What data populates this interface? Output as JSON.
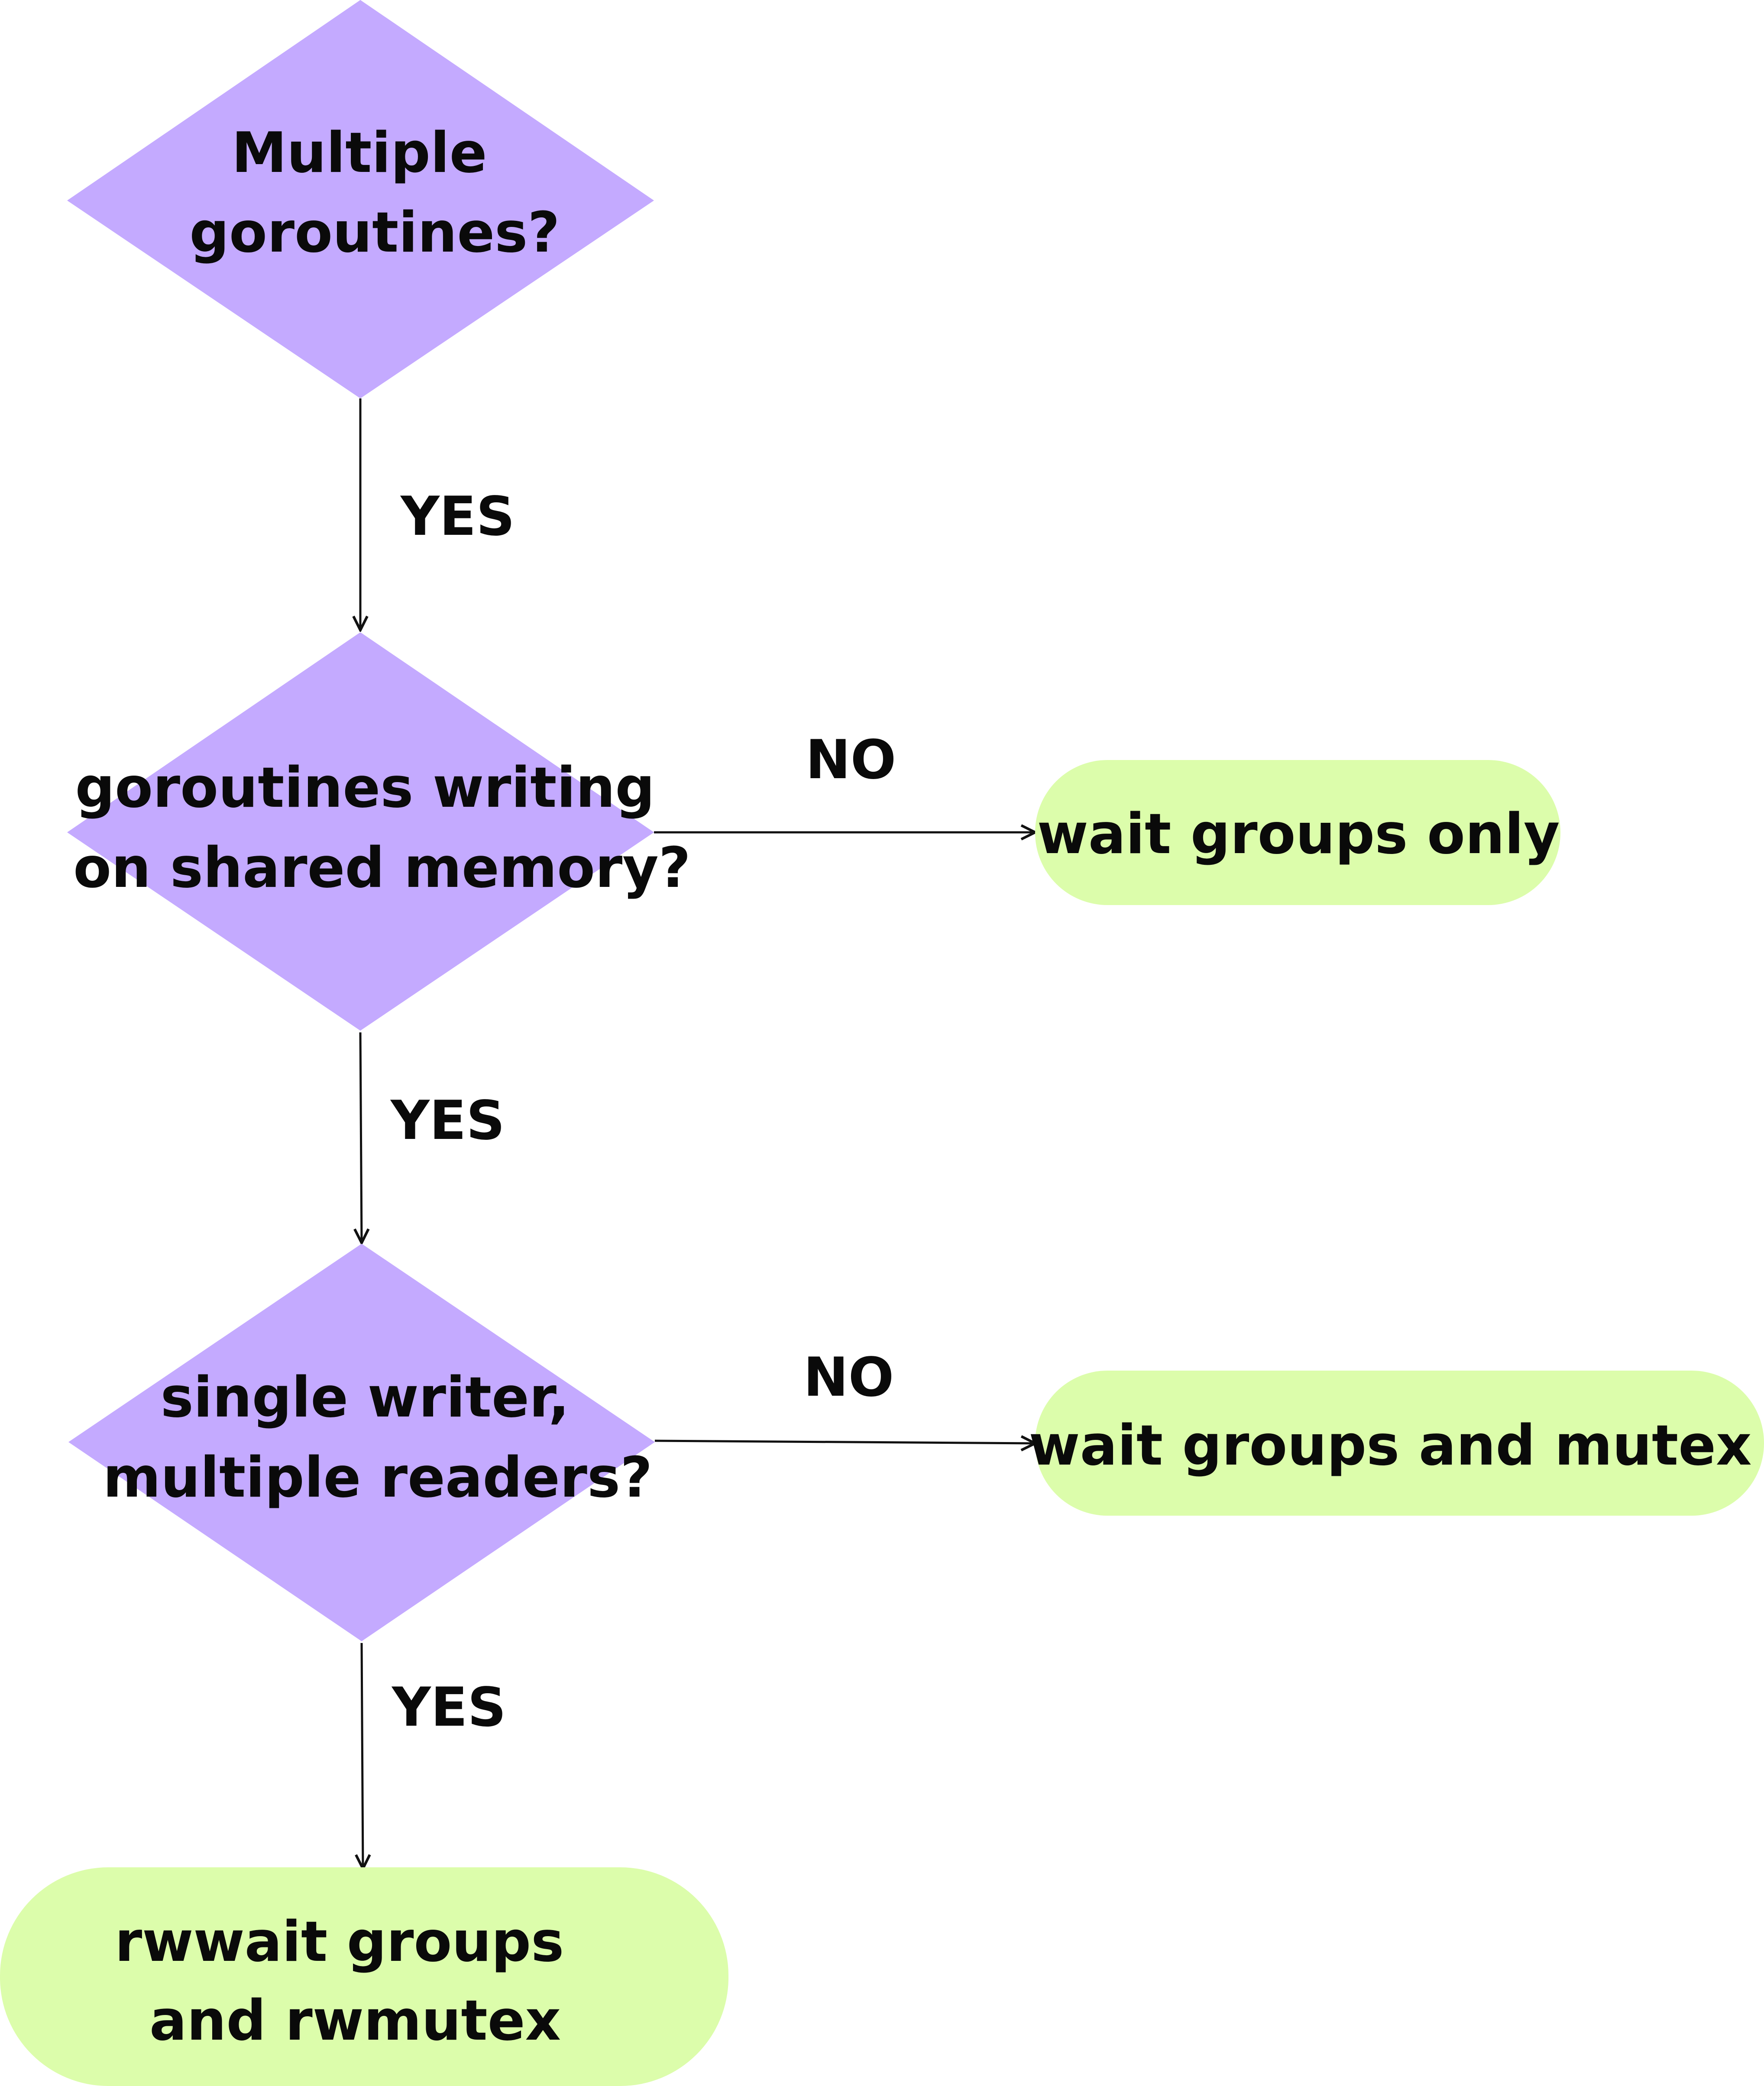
{
  "colors": {
    "decision_fill": "#c4aaff",
    "terminal_fill": "#dcfdab",
    "line": "#111111",
    "text": "#0a0a0a",
    "background": "#ffffff"
  },
  "nodes": {
    "decision_multiple_goroutines": {
      "lines": [
        "Multiple",
        "goroutines?"
      ]
    },
    "decision_shared_memory": {
      "lines": [
        "goroutines writing",
        "on shared memory?"
      ]
    },
    "decision_single_writer": {
      "lines": [
        "single writer,",
        "multiple readers?"
      ]
    },
    "result_wait_groups_only": {
      "lines": [
        "wait groups only"
      ]
    },
    "result_wait_groups_mutex": {
      "lines": [
        "wait groups and mutex"
      ]
    },
    "result_rwwait_rwmutex": {
      "lines": [
        "rwwait groups",
        "and rwmutex"
      ]
    }
  },
  "edges": {
    "yes_1": {
      "label": "YES"
    },
    "no_1": {
      "label": "NO"
    },
    "yes_2": {
      "label": "YES"
    },
    "no_2": {
      "label": "NO"
    },
    "yes_3": {
      "label": "YES"
    }
  }
}
